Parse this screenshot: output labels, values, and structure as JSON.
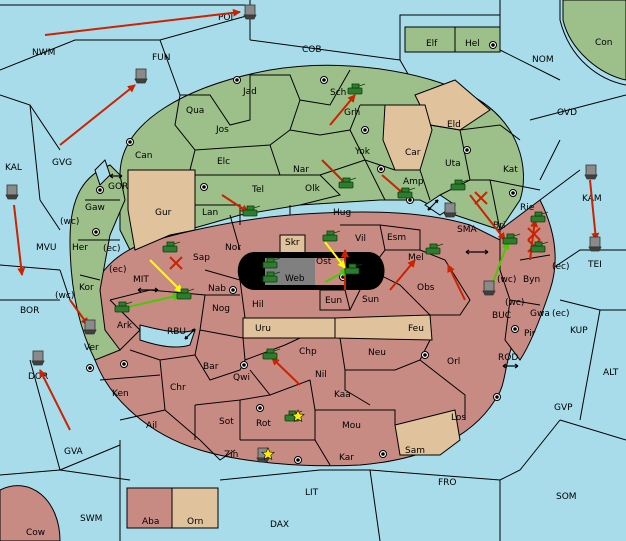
{
  "colors": {
    "sea": "#a8dcea",
    "north": "#9dc08b",
    "south": "#c88b84",
    "neutral": "#e0c29d",
    "border": "#000000",
    "order_move": "#cc2200",
    "order_support_green": "#44cc00",
    "order_support_yellow": "#ffff00",
    "unit_army": "#2e7d2e",
    "unit_fleet": "#707070"
  },
  "sea_labels": {
    "POI": "POI",
    "NWM": "NWM",
    "FUN": "FUN",
    "COB": "COB",
    "NOM": "NOM",
    "Con": "Con",
    "OVD": "OVD",
    "KAL": "KAL",
    "GVG": "GVG",
    "GOR": "GOR",
    "MVU": "MVU",
    "BOR": "BOR",
    "MIT": "MIT",
    "RBU": "RBU",
    "DOR": "DOR",
    "GVA": "GVA",
    "SMA": "SMA",
    "KAM": "KAM",
    "TEI": "TEI",
    "BUC": "BUC",
    "KUP": "KUP",
    "ROD": "ROD",
    "ALT": "ALT",
    "GVP": "GVP",
    "FRO": "FRO",
    "SOM": "SOM",
    "LIT": "LIT",
    "SWM": "SWM",
    "DAX": "DAX",
    "Cow": "Cow"
  },
  "land_labels": {
    "Elf": "Elf",
    "Hel": "Hel",
    "Jad": "Jad",
    "Qua": "Qua",
    "Sch": "Sch",
    "Grh": "Grh",
    "Jos": "Jos",
    "Eld": "Eld",
    "Can": "Can",
    "Yok": "Yok",
    "Car": "Car",
    "Uta": "Uta",
    "Kat": "Kat",
    "Elc": "Elc",
    "Nar": "Nar",
    "Tel": "Tel",
    "Olk": "Olk",
    "Amp": "Amp",
    "Gur": "Gur",
    "Lan": "Lan",
    "Hug": "Hug",
    "Rie": "Rie",
    "Gaw": "Gaw",
    "Her": "Her",
    "Nor": "Nor",
    "Sap": "Sap",
    "Skr": "Skr",
    "Vil": "Vil",
    "Esm": "Esm",
    "Bri": "Bri",
    "Web": "Web",
    "Ost": "Ost",
    "Mel": "Mel",
    "Byn": "Byn",
    "Kor": "Kor",
    "Nab": "Nab",
    "Hil": "Hil",
    "Eun": "Eun",
    "Sun": "Sun",
    "Obs": "Obs",
    "Gwa": "Gwa",
    "Pir": "Pir",
    "Ark": "Ark",
    "Nog": "Nog",
    "Uru": "Uru",
    "Feu": "Feu",
    "Ver": "Ver",
    "Chp": "Chp",
    "Neu": "Neu",
    "Bar": "Bar",
    "Qwi": "Qwi",
    "Nil": "Nil",
    "Orl": "Orl",
    "Ken": "Ken",
    "Chr": "Chr",
    "Kaa": "Kaa",
    "Ail": "Ail",
    "Sot": "Sot",
    "Rot": "Rot",
    "Mou": "Mou",
    "Los": "Los",
    "Zin": "Zin",
    "Kar": "Kar",
    "Sam": "Sam",
    "Aba": "Aba",
    "Orn": "Orn"
  },
  "coast_labels": {
    "wc_gaw": "(wc)",
    "ec_her": "(ec)",
    "ec_kor": "(ec)",
    "wc_kor": "(wc)",
    "wc_byn": "(wc)",
    "ec_byn": "(ec)",
    "wc_gwa": "(wc)",
    "ec_gwa": "(ec)"
  }
}
